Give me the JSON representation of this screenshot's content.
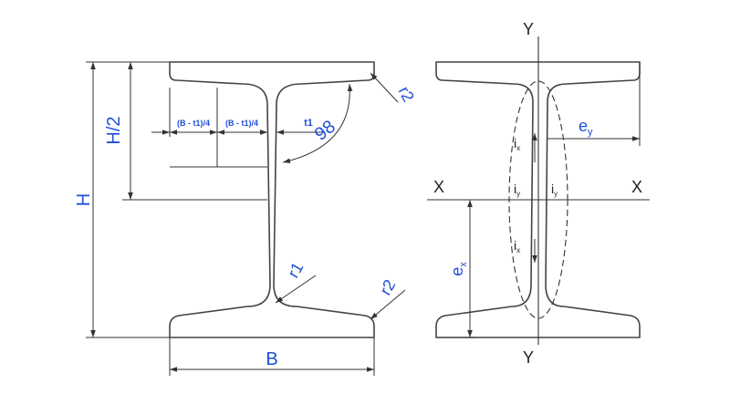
{
  "colors": {
    "line": "#444444",
    "dimension_text": "#1f4fd8",
    "axis_text": "#222222",
    "background": "#ffffff"
  },
  "left_view": {
    "dim_H": "H",
    "dim_H_half": "H/2",
    "dim_B": "B",
    "dim_flange_quarter_1": "(B - t1)/4",
    "dim_flange_quarter_2": "(B - t1)/4",
    "dim_t1": "t1",
    "dim_angle": "98",
    "dim_r1": "r1",
    "dim_r2_bottom": "r2",
    "dim_r2_top": "r2"
  },
  "right_view": {
    "axis_y_top": "Y",
    "axis_y_bottom": "Y",
    "axis_x_left": "X",
    "axis_x_right": "X",
    "dim_ey": "e",
    "dim_ey_sub": "y",
    "dim_ex": "e",
    "dim_ex_sub": "x",
    "gyration_upper": "i",
    "gyration_upper_sub": "x",
    "gyration_lower": "i",
    "gyration_lower_sub": "x",
    "gyration_left": "i",
    "gyration_left_sub": "y",
    "gyration_right": "i",
    "gyration_right_sub": "y"
  }
}
